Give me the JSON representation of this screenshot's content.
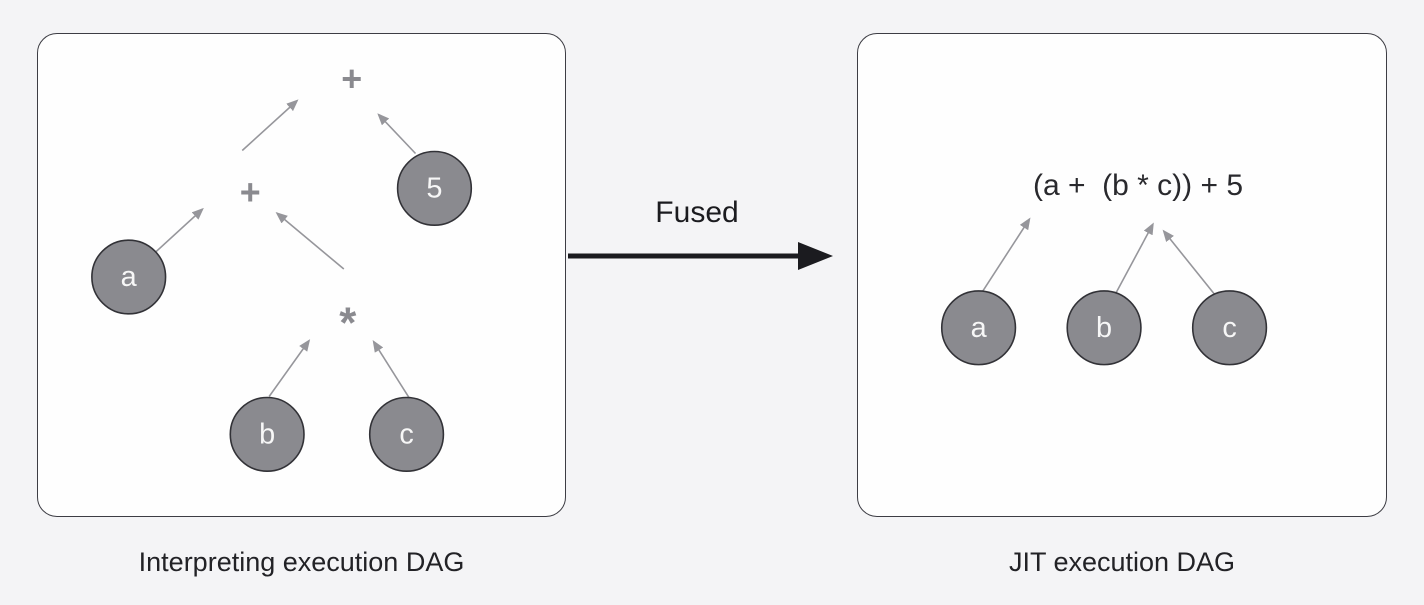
{
  "left_panel": {
    "caption": "Interpreting execution DAG",
    "nodes": {
      "plus_root": "+",
      "plus_inner": "+",
      "star": "*",
      "a": "a",
      "b": "b",
      "c": "c",
      "five": "5"
    }
  },
  "fused": {
    "label": "Fused"
  },
  "right_panel": {
    "caption": "JIT execution DAG",
    "expression": "(a +  (b * c)) + 5",
    "nodes": {
      "a": "a",
      "b": "b",
      "c": "c"
    }
  },
  "colors": {
    "background": "#f4f4f6",
    "panel_fill": "#fefefe",
    "panel_border": "#3d3d44",
    "node_fill": "#8a8a8f",
    "node_border": "#323237",
    "node_text": "#f7f7f7",
    "operator": "#8a8a8f",
    "edge": "#96969b",
    "fused_arrow": "#1b1b1f",
    "caption_text": "#222226",
    "expression_text": "#29292d"
  }
}
